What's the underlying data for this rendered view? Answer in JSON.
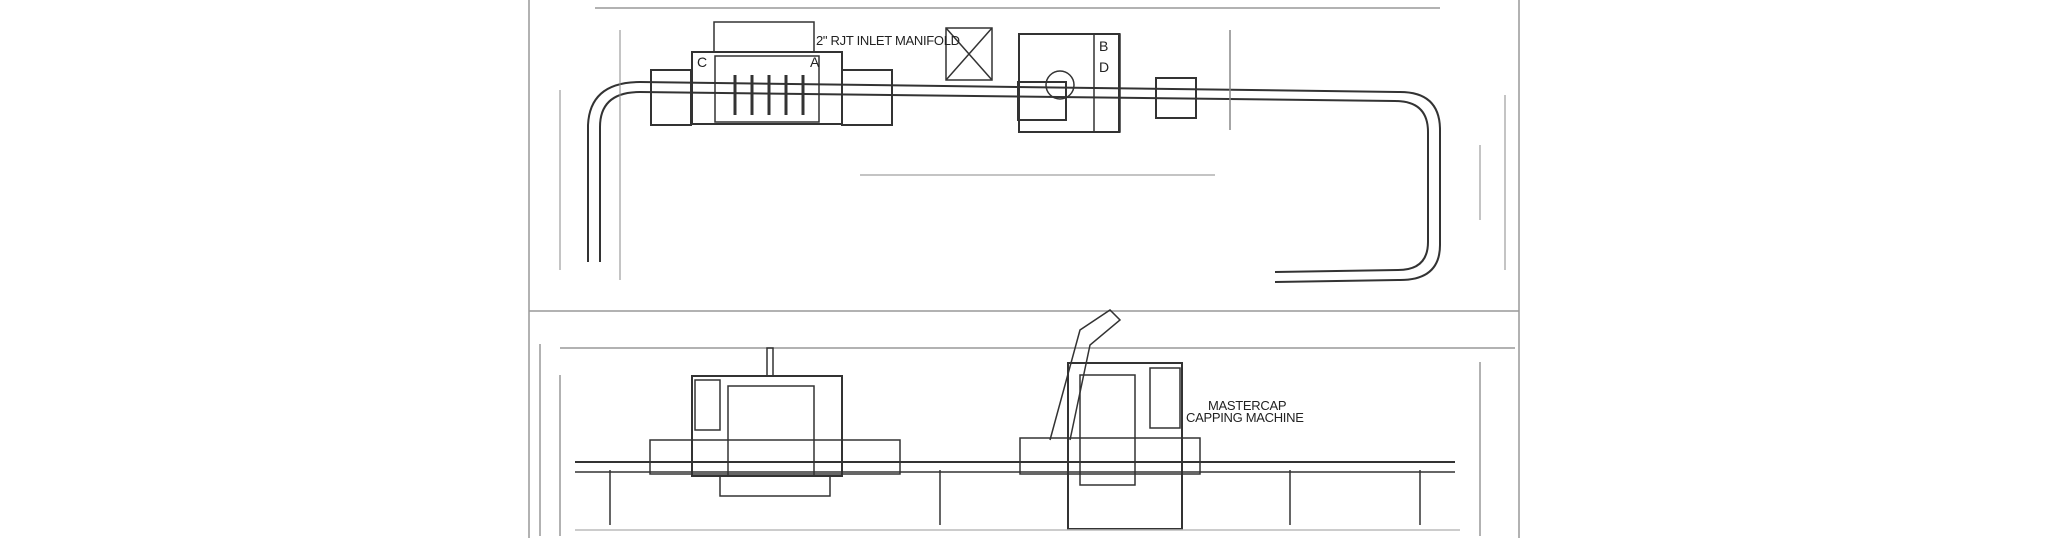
{
  "plan_view": {
    "manifold_label": "2\" RJT INLET MANIFOLD",
    "filler_markers": [
      "C",
      "A"
    ],
    "capper_markers": [
      "B",
      "D"
    ]
  },
  "side_view": {
    "capper_label_line1": "MASTERCAP",
    "capper_label_line2": "CAPPING MACHINE"
  }
}
